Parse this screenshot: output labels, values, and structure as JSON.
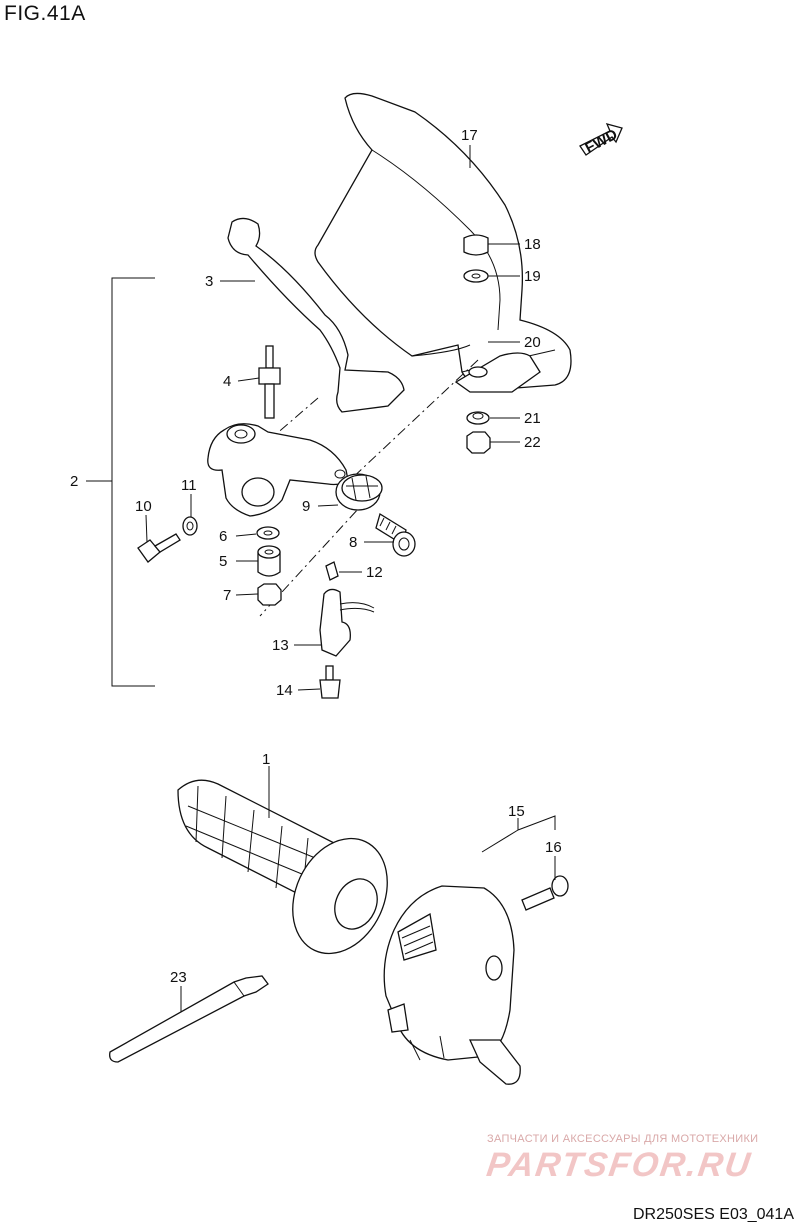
{
  "figure": {
    "title": "FIG.41A",
    "code": "DR250SES E03_041A",
    "fwd": "FWD"
  },
  "watermark": {
    "tagline": "ЗАПЧАСТИ И АКСЕССУАРЫ ДЛЯ МОТОТЕХНИКИ",
    "brand": "PARTSFOR.RU"
  },
  "callouts": {
    "c1": "1",
    "c2": "2",
    "c3": "3",
    "c4": "4",
    "c5": "5",
    "c6": "6",
    "c7": "7",
    "c8": "8",
    "c9": "9",
    "c10": "10",
    "c11": "11",
    "c12": "12",
    "c13": "13",
    "c14": "14",
    "c15": "15",
    "c16": "16",
    "c17": "17",
    "c18": "18",
    "c19": "19",
    "c20": "20",
    "c21": "21",
    "c22": "22",
    "c23": "23"
  }
}
